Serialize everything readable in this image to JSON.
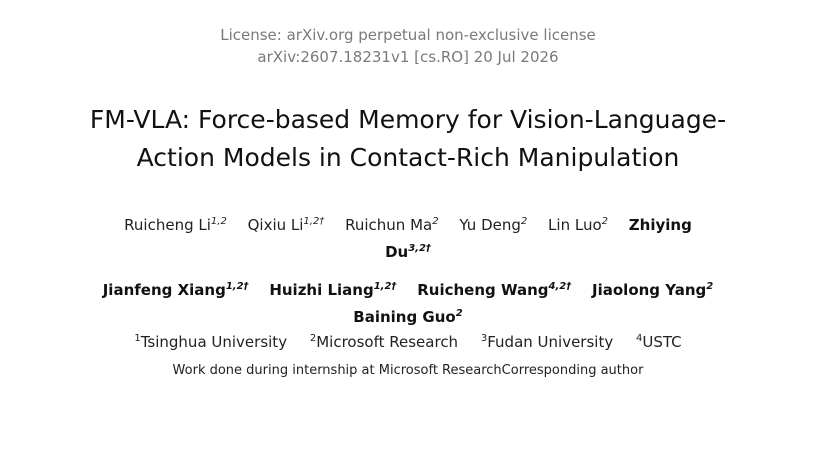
{
  "header": {
    "license": "License: arXiv.org perpetual non-exclusive license",
    "identifier": "arXiv:2607.18231v1 [cs.RO] 20 Jul 2026"
  },
  "title": {
    "line1": "FM-VLA: Force-based Memory for Vision-Language-",
    "line2": "Action Models in Contact-Rich Manipulation"
  },
  "authors": [
    {
      "name": "Ruicheng Li",
      "sup": "1,2",
      "bold": false
    },
    {
      "name": "Qixiu Li",
      "sup": "1,2†",
      "bold": false
    },
    {
      "name": "Ruichun Ma",
      "sup": "2",
      "bold": false
    },
    {
      "name": "Yu Deng",
      "sup": "2",
      "bold": false
    },
    {
      "name": "Lin Luo",
      "sup": "2",
      "bold": false
    },
    {
      "name": "Zhiying",
      "sup": "",
      "bold": true
    },
    {
      "name": "Du",
      "sup": "3,2†",
      "bold": true
    },
    {
      "name": "Jianfeng Xiang",
      "sup": "1,2†",
      "bold": true
    },
    {
      "name": "Huizhi Liang",
      "sup": "1,2†",
      "bold": true
    },
    {
      "name": "Ruicheng Wang",
      "sup": "4,2†",
      "bold": true
    },
    {
      "name": "Jiaolong Yang",
      "sup": "2",
      "bold": true
    },
    {
      "name": "Baining Guo",
      "sup": "2",
      "bold": true
    }
  ],
  "affiliations": [
    {
      "sup": "1",
      "name": "Tsinghua University"
    },
    {
      "sup": "2",
      "name": "Microsoft Research"
    },
    {
      "sup": "3",
      "name": "Fudan University"
    },
    {
      "sup": "4",
      "name": "USTC"
    }
  ],
  "note": "Work done during internship at Microsoft ResearchCorresponding author"
}
